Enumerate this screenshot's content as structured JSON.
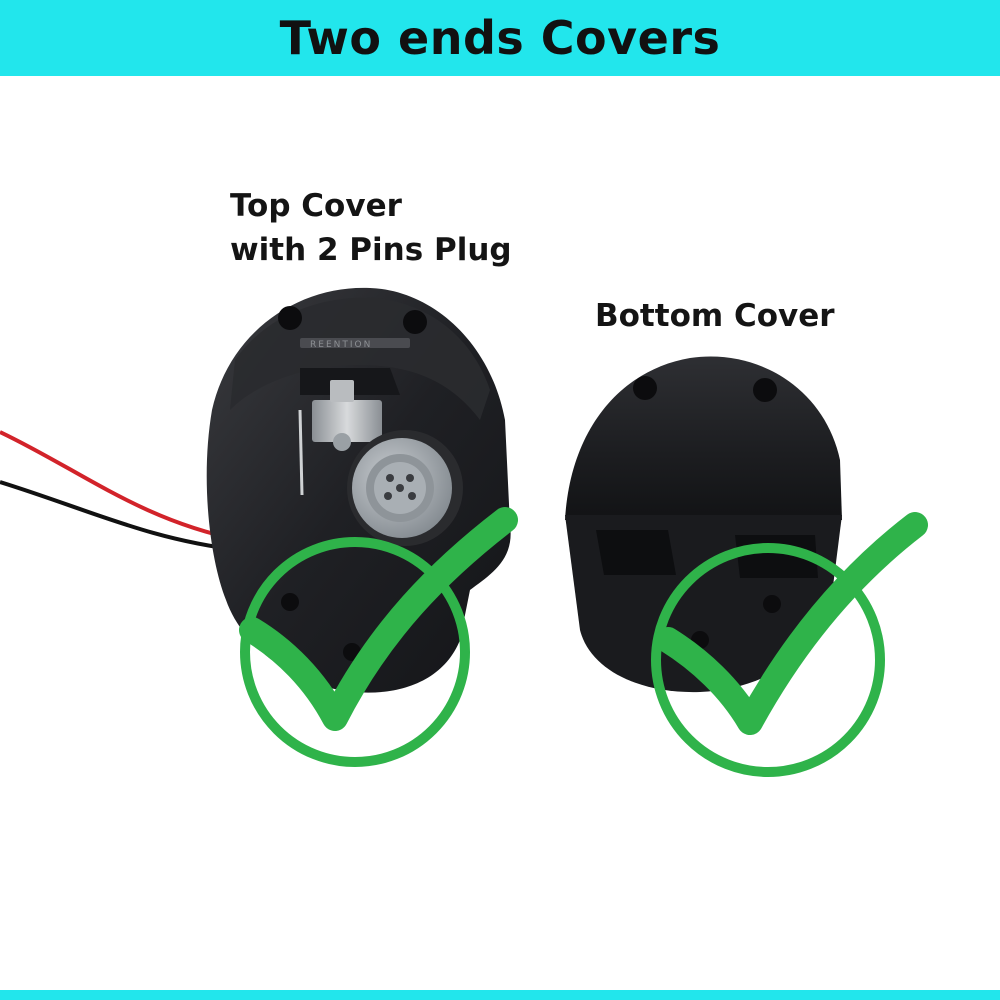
{
  "banner": {
    "title": "Two ends Covers"
  },
  "labels": {
    "top_cover_line1": "Top Cover",
    "top_cover_line2": "with 2 Pins Plug",
    "bottom_cover": "Bottom Cover"
  },
  "product_text": {
    "engraving": "REENTION"
  },
  "icons": [
    "checkmark-circle-icon",
    "checkmark-circle-icon"
  ],
  "colors": {
    "banner": "#22e6ec",
    "stripe": "#22e6ec",
    "check": "#2fb34a",
    "cover_body": "#1e1f22",
    "wire_red": "#d2232a",
    "wire_black": "#111111"
  }
}
